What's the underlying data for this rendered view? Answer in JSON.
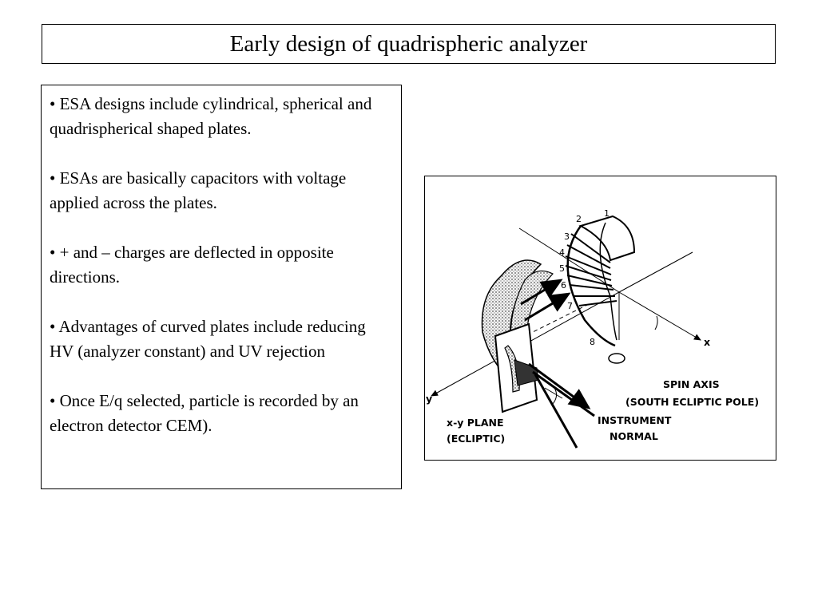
{
  "slide": {
    "title": "Early design of quadrispheric analyzer",
    "bullets": [
      "• ESA designs include cylindrical, spherical and quadrispherical shaped plates.",
      "• ESAs are basically capacitors with voltage applied across the plates.",
      "• + and – charges are deflected in opposite directions.",
      "• Advantages of curved plates include reducing HV (analyzer constant) and UV rejection",
      "• Once E/q selected, particle is recorded by an electron detector CEM)."
    ]
  },
  "figure": {
    "sector_numbers": [
      "1",
      "2",
      "3",
      "4",
      "5",
      "6",
      "7",
      "8"
    ],
    "axis_x": "x",
    "axis_y": "y",
    "spin_axis_line1": "SPIN AXIS",
    "spin_axis_line2": "(SOUTH ECLIPTIC POLE)",
    "plane_line1": "x-y PLANE",
    "plane_line2": "(ECLIPTIC)",
    "instrument_line1": "INSTRUMENT",
    "instrument_line2": "NORMAL"
  }
}
